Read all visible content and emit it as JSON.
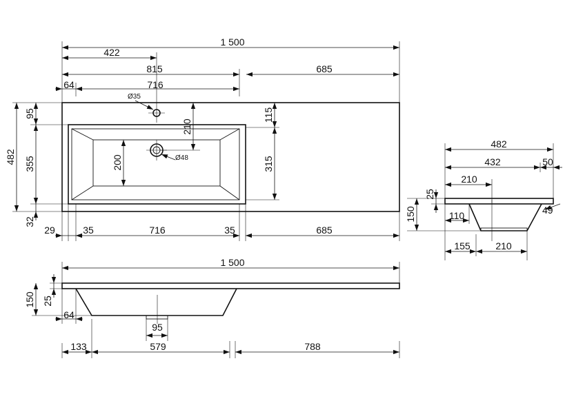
{
  "top_view": {
    "overall_width": "1 500",
    "tap_offset": "422",
    "bowl_center": "815",
    "right_section": "685",
    "bowl_left_offset": "64",
    "bowl_width_top": "716",
    "depth_total": "482",
    "depth_top_margin": "95",
    "depth_bowl": "355",
    "depth_bottom_margin": "32",
    "tap_hole": "Ø35",
    "tap_to_drain": "210",
    "bowl_inner_height": "200",
    "drain_hole": "Ø48",
    "right_top": "115",
    "right_bottom": "315",
    "bottom_chain": [
      "29",
      "35",
      "716",
      "35",
      "685"
    ]
  },
  "front_view": {
    "overall_width": "1 500",
    "height": "150",
    "slab": "25",
    "bowl_offset": "64",
    "drain": "95",
    "bottom_chain": [
      "133",
      "579",
      "788"
    ]
  },
  "side_view": {
    "depth_total": "482",
    "depth_main": "432",
    "rear": "50",
    "slab": "25",
    "bowl_offset": "210",
    "height": "150",
    "left_inner": "110",
    "right_small": "49",
    "bottom_left": "155",
    "bottom_right": "210"
  }
}
